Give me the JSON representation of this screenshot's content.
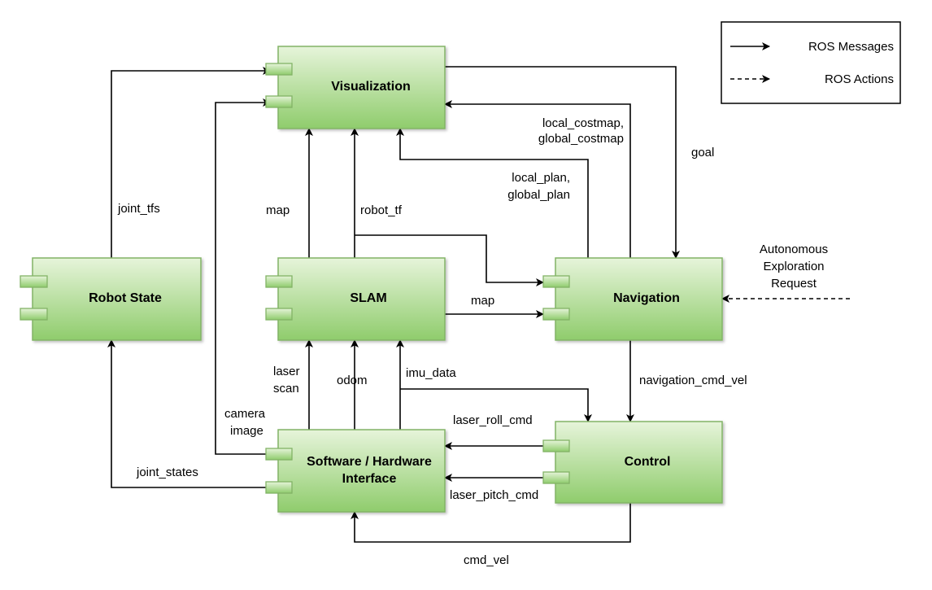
{
  "components": {
    "visualization": "Visualization",
    "robot_state": "Robot State",
    "slam": "SLAM",
    "navigation": "Navigation",
    "interface": [
      "Software / Hardware",
      "Interface"
    ],
    "control": "Control"
  },
  "legend": {
    "messages": "ROS Messages",
    "actions": "ROS Actions"
  },
  "external_input": [
    "Autonomous",
    "Exploration",
    "Request"
  ],
  "edge_labels": {
    "joint_tfs": "joint_tfs",
    "map_up": "map",
    "robot_tf": "robot_tf",
    "costmap": [
      "local_costmap,",
      "global_costmap"
    ],
    "plan": [
      "local_plan,",
      "global_plan"
    ],
    "goal": "goal",
    "map_right": "map",
    "laser_scan": [
      "laser",
      "scan"
    ],
    "odom": "odom",
    "imu_data": "imu_data",
    "camera_image": [
      "camera",
      "image"
    ],
    "navigation_cmd_vel": "navigation_cmd_vel",
    "laser_roll_cmd": "laser_roll_cmd",
    "laser_pitch_cmd": "laser_pitch_cmd",
    "joint_states": "joint_states",
    "cmd_vel": "cmd_vel"
  },
  "colors": {
    "box_fill_top": "#e6f4da",
    "box_fill_bottom": "#8fcc6c",
    "box_stroke": "#82b366"
  }
}
